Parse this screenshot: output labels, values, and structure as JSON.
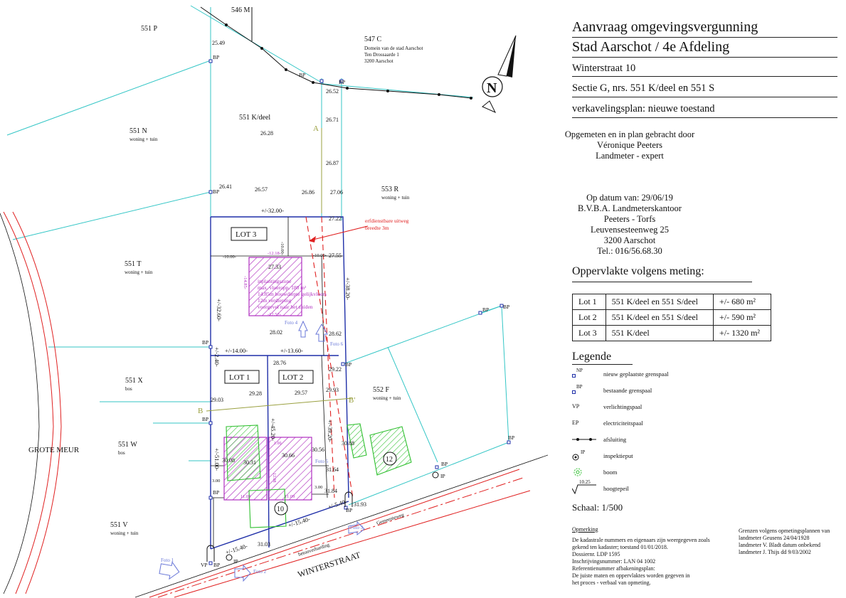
{
  "plan": {
    "parcels": {
      "p546m": "546 M",
      "p551p": "551 P",
      "p547c": "547 C",
      "p547c_owner": [
        "Domein van de stad Aarschot",
        "Ten Drossaarde 1",
        "3200 Aarschot"
      ],
      "p551k": "551 K/deel",
      "p551n": "551 N",
      "p551n_use": "woning + tuin",
      "p553r": "553 R",
      "p553r_use": "woning + tuin",
      "p551t": "551 T",
      "p551t_use": "woning + tuin",
      "p551x": "551 X",
      "p551x_use": "bos",
      "p551w": "551 W",
      "p551w_use": "bos",
      "p551v": "551 V",
      "p551v_use": "woning + tuin",
      "p552f": "552 F",
      "p552f_use": "woning + tuin"
    },
    "lots": [
      "LOT 3",
      "LOT 1",
      "LOT 2"
    ],
    "streets": {
      "grote_meur": "GROTE MEUR",
      "winterstraat": "WINTERSTRAAT",
      "gemeenteweg": "Gemeenteweg",
      "betonverharding": "betonverharding"
    },
    "section_marks": {
      "a": "A",
      "b": "B",
      "bprime": "B'"
    },
    "servitude": [
      "erfdienstbare uitweg",
      "breedte 3m"
    ],
    "zone_text": [
      "inplantingszone",
      "max. vloeropp. 180 m²",
      "14.85m bouwdiepte gelijkvloers",
      "12m verdieping",
      "voorgevel naar het zuiden"
    ],
    "dimensions": {
      "top": "+/-32.00-",
      "lot3_left": "+/-32.60-",
      "lot3_right": "+/-38.20-",
      "d14": "+/-14.00-",
      "d13_60": "+/-13.60-",
      "d2_40": "+/-2.40-",
      "d45": "+/-45.20-",
      "d39": "+/-39.20-",
      "d51": "+/-51.00-",
      "d15a": "+/-15.40-",
      "d15b": "+/-15.40-",
      "d10a": "-10.00-",
      "d10b": "-10.00-",
      "d10c": "-10.00-",
      "d12_18": "-12.18-",
      "d12_52": "-12.52-",
      "d14_85": "-14.85-",
      "d5_40": "+/-5.40-",
      "d3_00a": "3.00",
      "d3_00b": "3.00",
      "d1_00": "1.00",
      "d12_08": "12.08",
      "d11_09a": "11.09",
      "d11_09b": "11.09"
    },
    "heights": [
      "25.49",
      "26.52",
      "26.71",
      "26.28",
      "26.87",
      "26.41",
      "26.57",
      "26.86",
      "27.06",
      "27.22",
      "27.33",
      "27.55",
      "28.02",
      "28.62",
      "28.76",
      "29.22",
      "29.03",
      "29.28",
      "29.57",
      "29.93",
      "30.88",
      "30.08",
      "30.31",
      "30.66",
      "30.56",
      "31.64",
      "31.84",
      "31.93",
      "31.03"
    ],
    "markers": {
      "bp": "BP",
      "ip": "IP",
      "vp": "VP"
    },
    "numbers": {
      "house10": "10",
      "house12": "12"
    },
    "photos": [
      "Foto 1",
      "Foto 2",
      "Foto 3",
      "Foto 4",
      "Foto 5",
      "Foto 6"
    ],
    "north": "N"
  },
  "header": {
    "title1": "Aanvraag omgevingsvergunning",
    "title2": "Stad Aarschot / 4e Afdeling",
    "address": "Winterstraat 10",
    "section": "Sectie G, nrs. 551 K/deel en 551 S",
    "plan_type": "verkavelingsplan: nieuwe toestand"
  },
  "surveyor": {
    "line1": "Opgemeten en in plan gebracht door",
    "line2": "Véronique Peeters",
    "line3": "Landmeter - expert"
  },
  "office": {
    "line1": "Op datum van: 29/06/19",
    "line2": "B.V.B.A. Landmeterskantoor",
    "line3": "Peeters - Torfs",
    "line4": "Leuvensesteenweg 25",
    "line5": "3200 Aarschot",
    "line6": "Tel.: 016/56.68.30"
  },
  "area": {
    "heading": "Oppervlakte volgens meting:",
    "rows": [
      {
        "lot": "Lot 1",
        "parcel": "551 K/deel en 551 S/deel",
        "area": "+/- 680 m²"
      },
      {
        "lot": "Lot 2",
        "parcel": "551 K/deel en 551 S/deel",
        "area": "+/- 590 m²"
      },
      {
        "lot": "Lot 3",
        "parcel": "551 K/deel",
        "area": "+/- 1320 m²"
      }
    ]
  },
  "legend": {
    "heading": "Legende",
    "items": [
      {
        "symbol": "NP",
        "label": "nieuw geplaatste grenspaal"
      },
      {
        "symbol": "BP",
        "label": "bestaande grenspaal"
      },
      {
        "symbol": "VP",
        "label": "verlichtingspaal"
      },
      {
        "symbol": "EP",
        "label": "electriciteitspaal"
      },
      {
        "symbol": "",
        "label": "afsluiting"
      },
      {
        "symbol": "IP",
        "label": "inspektieput"
      },
      {
        "symbol": "",
        "label": "boom"
      },
      {
        "symbol": "10.25",
        "label": "hoogtepeil"
      }
    ]
  },
  "scale": "Schaal: 1/500",
  "remark": {
    "heading": "Opmerking",
    "lines": [
      "De kadastrale nummers en eigenaars zijn weergegeven zoals",
      "gekend ten kadaster; toestand 01/01/2018.",
      "Dossiernr. LDP 1595",
      "Inschrijvingsnummer: LAN 04 1002",
      "Referentienummer afbakeningsplan:",
      "De juiste maten en oppervlaktes worden gegeven in",
      "het proces - verbaal van opmeting."
    ]
  },
  "boundaries": {
    "lines": [
      "Grenzen volgens opmetingsplannen van",
      "landmeter Geusens 24/04/1928",
      "landmeter V. Bladt datum onbekend",
      "landmeter J. Thijs dd 9/03/2002"
    ]
  },
  "colors": {
    "cyan": "#34c6c6",
    "blue": "#1f2fa8",
    "purple": "#b030c0",
    "red": "#e02020",
    "green": "#30c030",
    "olive": "#9aa040",
    "lightblue": "#6a78d8"
  }
}
